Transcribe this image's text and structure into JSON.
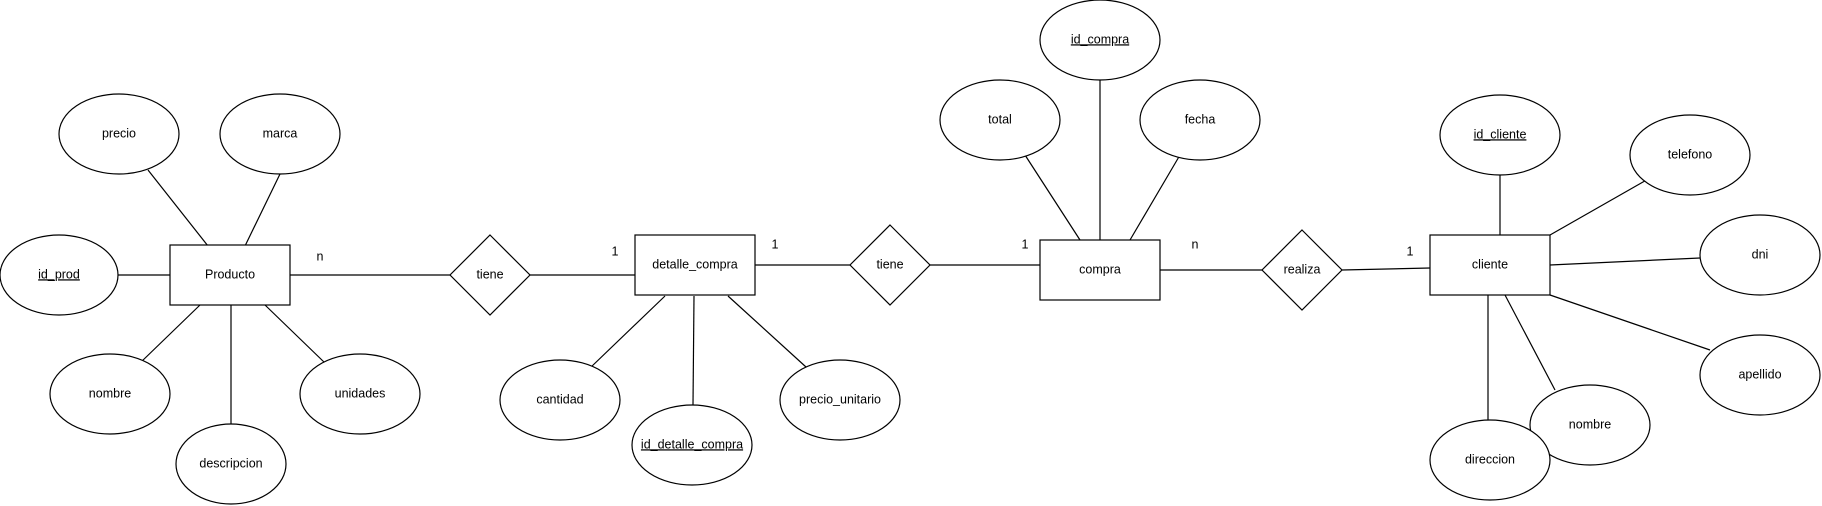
{
  "entities": {
    "producto": "Producto",
    "detalle_compra": "detalle_compra",
    "compra": "compra",
    "cliente": "cliente"
  },
  "relationships": {
    "tiene_1": "tiene",
    "tiene_2": "tiene",
    "realiza": "realiza"
  },
  "attributes": {
    "precio": "precio",
    "marca": "marca",
    "id_prod": "id_prod",
    "nombre_producto": "nombre",
    "descripcion": "descripcion",
    "unidades": "unidades",
    "cantidad": "cantidad",
    "id_detalle_compra": "id_detalle_compra",
    "precio_unitario": "precio_unitario",
    "id_compra": "id_compra",
    "total": "total",
    "fecha": "fecha",
    "id_cliente": "id_cliente",
    "telefono": "telefono",
    "dni": "dni",
    "apellido": "apellido",
    "nombre_cliente": "nombre",
    "direccion": "direccion"
  },
  "cardinalities": {
    "producto_tiene": "n",
    "detalle_tiene_left": "1",
    "detalle_tiene_right": "1",
    "compra_tiene": "1",
    "compra_realiza": "n",
    "cliente_realiza": "1"
  }
}
